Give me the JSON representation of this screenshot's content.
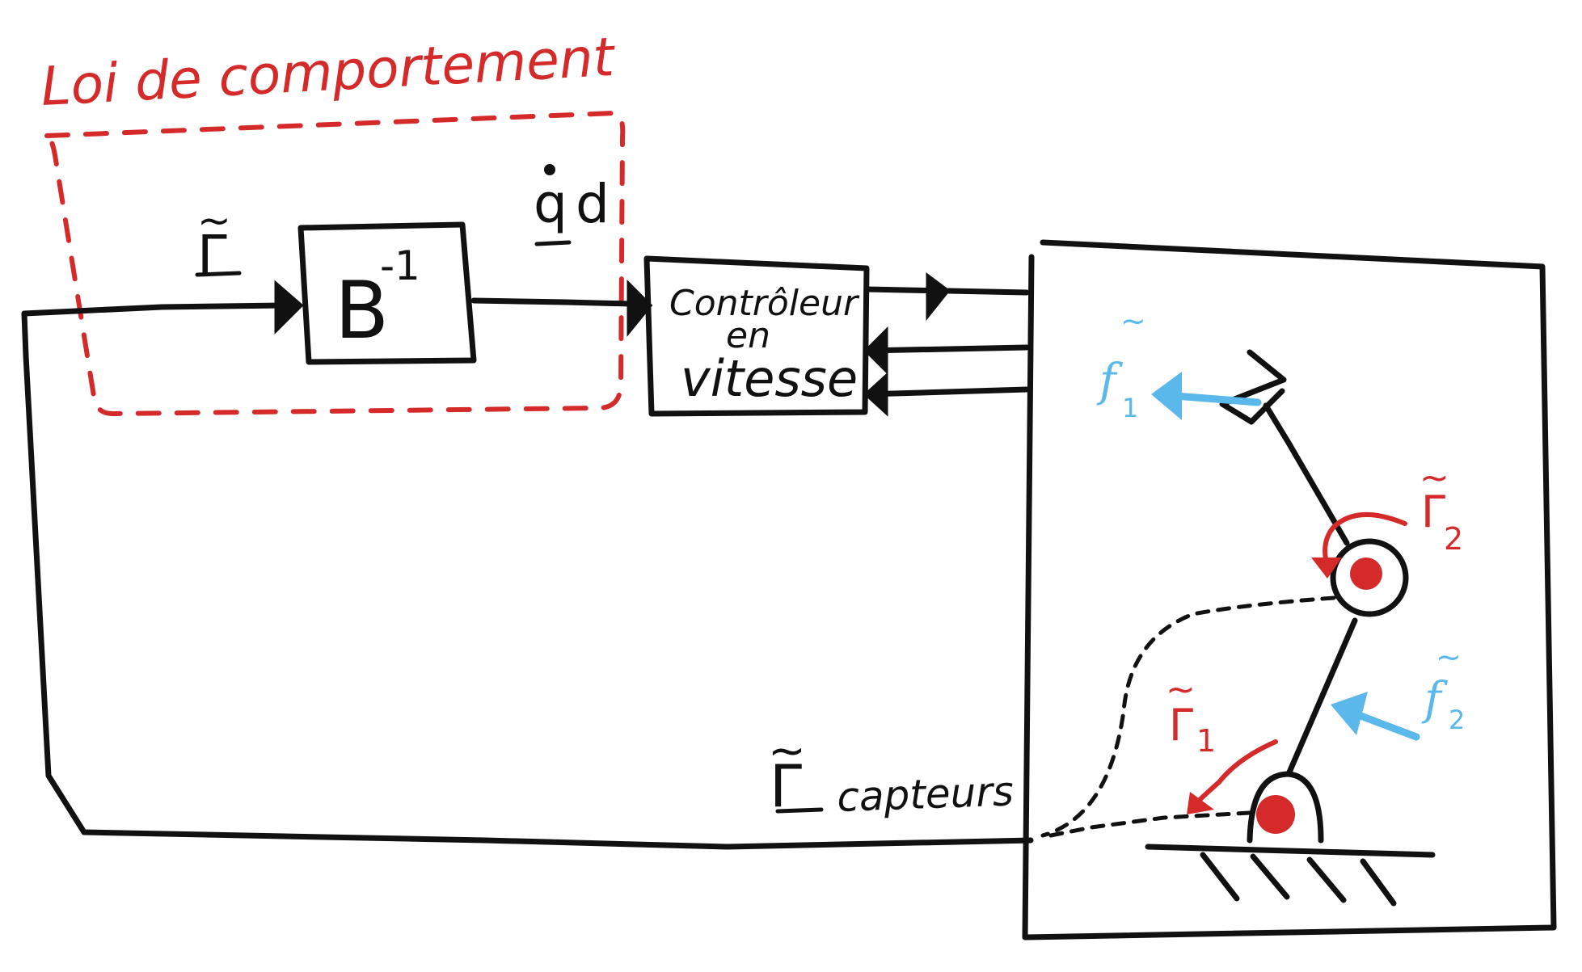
{
  "group": {
    "title": "Loi de comportement"
  },
  "inverse_block": {
    "base": "B",
    "exponent": "-1"
  },
  "signals": {
    "input_symbol": "Γ",
    "input_hat": "~",
    "output_symbol": "q",
    "output_subscript": "d",
    "sensor_symbol": "Γ",
    "sensor_hat": "~",
    "sensor_subscript": "capteurs"
  },
  "controller": {
    "line1": "Contrôleur",
    "line2": "en",
    "line3": "vitesse"
  },
  "robot": {
    "force1_symbol": "f",
    "force1_index": "1",
    "force2_symbol": "f",
    "force2_index": "2",
    "torque1_symbol": "Γ",
    "torque1_index": "1",
    "torque2_symbol": "Γ",
    "torque2_index": "2",
    "tilde": "~"
  },
  "colors": {
    "ink": "#111111",
    "red": "#d42a2a",
    "blue": "#5ab8ea"
  }
}
